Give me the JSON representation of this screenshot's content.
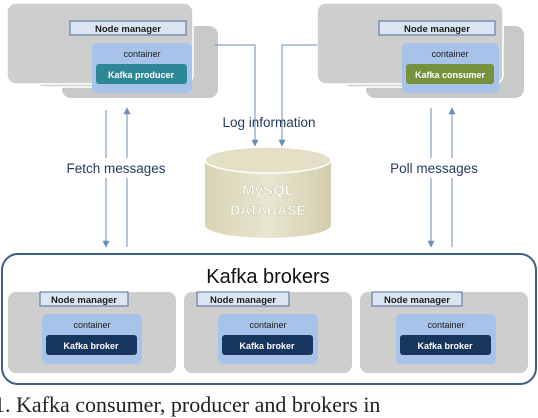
{
  "producer_cluster": {
    "node_manager_label": "Node manager",
    "container_label": "container",
    "app_label": "Kafka producer",
    "app_color": "#2e8795"
  },
  "consumer_cluster": {
    "node_manager_label": "Node manager",
    "container_label": "container",
    "app_label": "Kafka consumer",
    "app_color": "#76923c"
  },
  "edges": {
    "log_information": "Log information",
    "fetch_messages": "Fetch messages",
    "poll_messages": "Poll messages"
  },
  "database": {
    "line1": "MySQL",
    "line2": "DATABASE"
  },
  "brokers": {
    "title": "Kafka brokers",
    "nodes": [
      {
        "node_manager_label": "Node manager",
        "container_label": "container",
        "app_label": "Kafka broker"
      },
      {
        "node_manager_label": "Node manager",
        "container_label": "container",
        "app_label": "Kafka broker"
      },
      {
        "node_manager_label": "Node manager",
        "container_label": "container",
        "app_label": "Kafka broker"
      }
    ],
    "app_color": "#17365d"
  },
  "caption": "1. Kafka consumer, producer and brokers in"
}
